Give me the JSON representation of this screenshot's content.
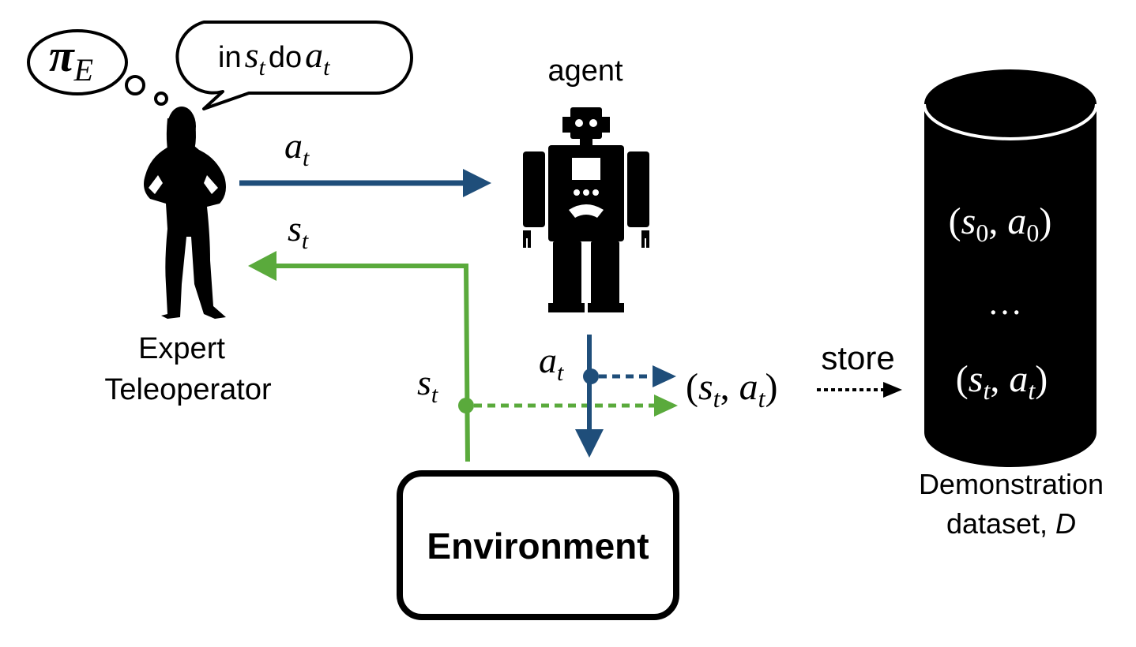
{
  "labels": {
    "thought_policy": "π",
    "thought_policy_sub": "E",
    "speech_in": "in",
    "speech_s": "s",
    "speech_s_sub": "t",
    "speech_do": "do",
    "speech_a": "a",
    "speech_a_sub": "t",
    "agent": "agent",
    "expert_line1": "Expert",
    "expert_line2": "Teleoperator",
    "environment": "Environment",
    "store": "store",
    "dataset_line1": "Demonstration",
    "dataset_line2": "dataset, ",
    "dataset_var": "D"
  },
  "math": {
    "a": "a",
    "s": "s",
    "sub_t": "t",
    "sub_0": "0",
    "open": "(",
    "comma": ", ",
    "close": ")",
    "ellipsis": "…"
  },
  "colors": {
    "action_arrow": "#1f4e7a",
    "state_arrow": "#5aaa3c",
    "ink": "#000000",
    "background": "#ffffff"
  },
  "icons": [
    "person-silhouette-icon",
    "robot-icon",
    "database-cylinder-icon"
  ]
}
